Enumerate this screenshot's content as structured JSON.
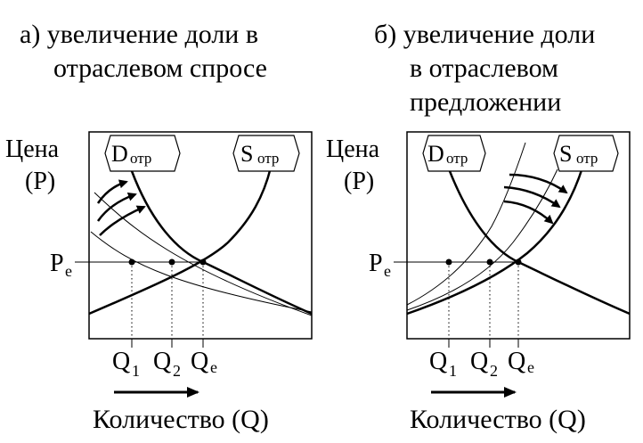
{
  "panel_a": {
    "title_line1": "а) увеличение доли в",
    "title_line2": "отраслевом спросе",
    "y_label_line1": "Цена",
    "y_label_line2": "(Р)",
    "demand_label": "D",
    "demand_sub": "отр",
    "supply_label": "S",
    "supply_sub": "отр",
    "price_label": "P",
    "price_sub": "e",
    "q1": "Q",
    "q1_sub": "1",
    "q2": "Q",
    "q2_sub": "2",
    "qe": "Q",
    "qe_sub": "e",
    "x_label": "Количество (Q)"
  },
  "panel_b": {
    "title_line1": "б) увеличение доли",
    "title_line2": "в  отраслевом",
    "title_line3": "предложении",
    "y_label_line1": "Цена",
    "y_label_line2": "(Р)",
    "demand_label": "D",
    "demand_sub": "отр",
    "supply_label": "S",
    "supply_sub": "отр",
    "price_label": "P",
    "price_sub": "e",
    "q1": "Q",
    "q1_sub": "1",
    "q2": "Q",
    "q2_sub": "2",
    "qe": "Q",
    "qe_sub": "e",
    "x_label": "Количество (Q)"
  }
}
